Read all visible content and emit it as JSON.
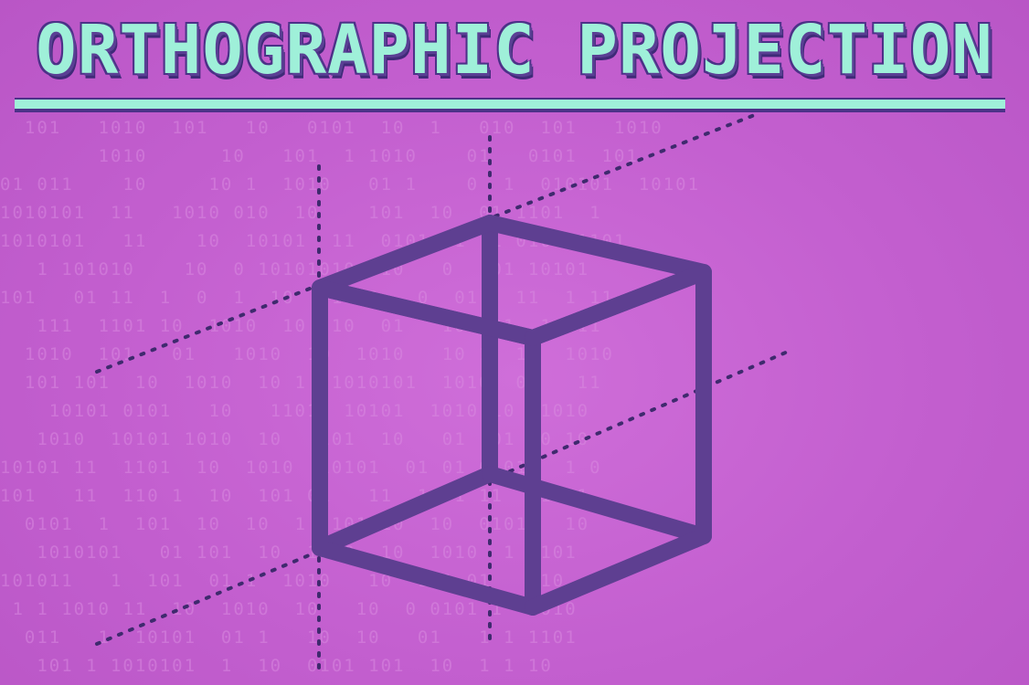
{
  "title": "ORTHOGRAPHIC PROJECTION",
  "colors": {
    "background": "#c35fcf",
    "title_fill": "#9ff0d9",
    "title_outline": "#4c3188",
    "cube_stroke": "#5e3f91",
    "guide_lines": "#3f2a6e",
    "binary_text": "#d98ae0"
  },
  "background_pattern": {
    "rows": [
      "  101   1010  101   10   0101  10  1   010  101   1010",
      "        1010      10   101  1 1010    01   0101  101",
      "01 011    10     10 1  1010   01 1    0  1  010101  10101",
      "1010101  11   1010 010  10    101  10  01 1101  1",
      "1010101   11    10  10101  11  0101  1  1 0101 1101",
      "   1 101010    10  0 10101010  10   0   01 10101",
      "101   01 11  1  0  1  10  01  1   0  01   11  1 11",
      "   111  1101 10  1010  10  10  01   10  01  1  11",
      "  1010  101   01   1010  10  1010   10 1  11  1010",
      "  101 101  10  1010  10 1  1010101  1010  01   11",
      "    10101 0101   10   1101  10101  1010 10  1010",
      "   1010  10101 1010  10   101  10   01  01 10 10",
      "10101 11  1101  10  1010  10101  01 01 01010  1 0",
      "101   11  110 1  10  101 01   11  1  1 11  11  1",
      "  0101  1  101  10  10  1  101010  10  0101   10",
      "   1010101   01 101  10  1010  10  1010  1 1101",
      "101011   1  101  01 1  1010   10  101 01   110",
      " 1 1 1010 11  10  1010  10   10  0 0101 1  1010",
      "  011   1  10101  01 1   10  10   01   1 1 1101",
      "   101 1 1010101  1  10  0101 101  10  1 1 10"
    ]
  },
  "diagram": {
    "name": "wireframe-cube",
    "front_face": "rectangle",
    "projection_lines": "dotted"
  }
}
